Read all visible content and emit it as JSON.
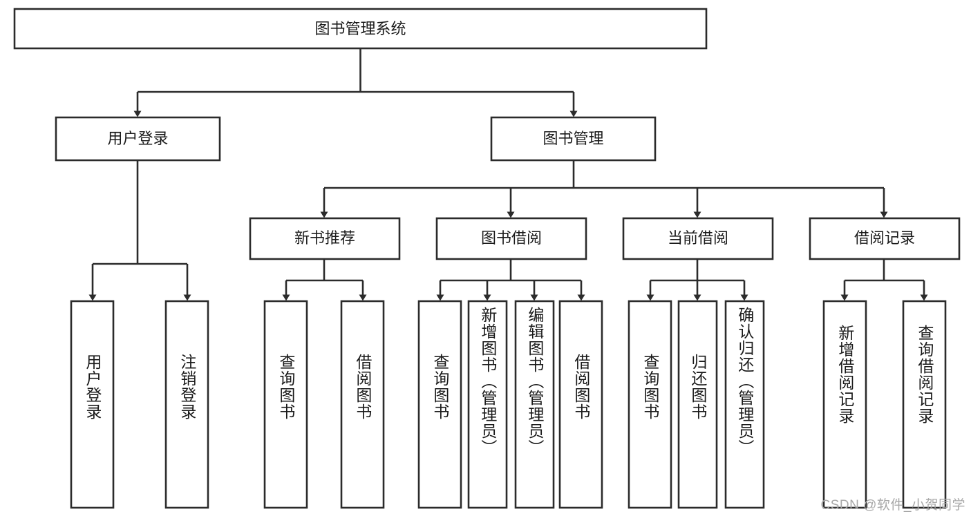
{
  "diagram": {
    "title": "图书管理系统",
    "type": "tree-hierarchy",
    "root": {
      "label": "图书管理系统"
    },
    "level2": [
      {
        "label": "用户登录"
      },
      {
        "label": "图书管理"
      }
    ],
    "level3": [
      {
        "label": "新书推荐"
      },
      {
        "label": "图书借阅"
      },
      {
        "label": "当前借阅"
      },
      {
        "label": "借阅记录"
      }
    ],
    "leaves": {
      "user_login": [
        {
          "label": "用户登录"
        },
        {
          "label": "注销登录"
        }
      ],
      "new_book_recommend": [
        {
          "label": "查询图书"
        },
        {
          "label": "借阅图书"
        }
      ],
      "book_borrow": [
        {
          "label": "查询图书"
        },
        {
          "label": "新增图书（管理员）"
        },
        {
          "label": "编辑图书（管理员）"
        },
        {
          "label": "借阅图书"
        }
      ],
      "current_borrow": [
        {
          "label": "查询图书"
        },
        {
          "label": "归还图书"
        },
        {
          "label": "确认归还（管理员）"
        }
      ],
      "borrow_record": [
        {
          "label": "新增借阅记录"
        },
        {
          "label": "查询借阅记录"
        }
      ]
    }
  },
  "watermark": {
    "text": "CSDN @软件_小贺同学"
  },
  "colors": {
    "stroke": "#2b2b2b",
    "fill": "#ffffff",
    "text": "#1a1a1a",
    "watermark": "#a8a8a8"
  }
}
